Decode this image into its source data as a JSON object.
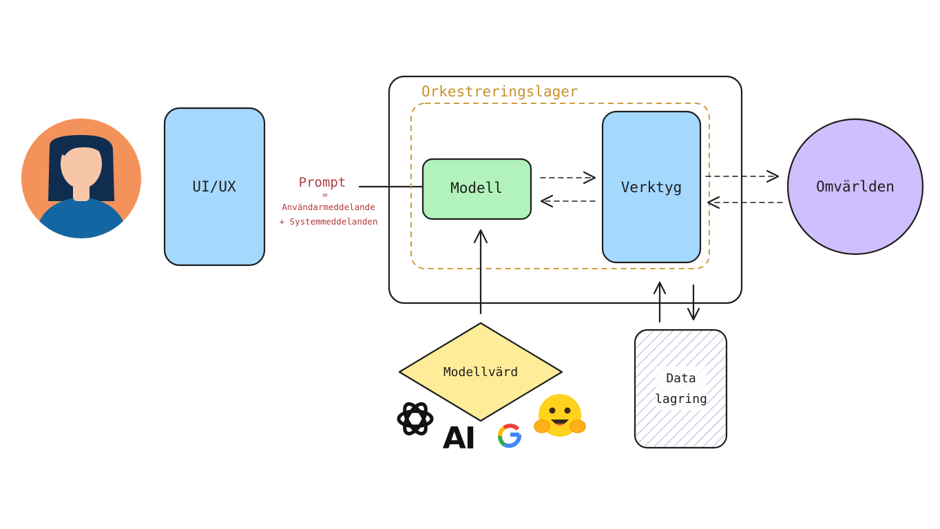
{
  "colors": {
    "avatar_bg": "#f4925b",
    "avatar_hair": "#0f2d4f",
    "avatar_skin": "#f7c6a8",
    "avatar_shirt": "#1366a2",
    "uiux_fill": "#a5d8ff",
    "modell_fill": "#b2f2bb",
    "verktyg_fill": "#a5d8ff",
    "omvarlden_fill": "#d0bfff",
    "modellvard_fill": "#ffec99",
    "orch_dash": "#d09b3a",
    "prompt_red": "#b33b3b"
  },
  "nodes": {
    "uiux": "UI/UX",
    "modell": "Modell",
    "verktyg": "Verktyg",
    "omvarlden": "Omvärlden",
    "modellvard": "Modellvärd",
    "data_line1": "Data",
    "data_line2": "lagring",
    "orchestration": "Orkestreringslager"
  },
  "prompt": {
    "title": "Prompt",
    "equals": "=",
    "line1": "Användarmeddelande",
    "line2": "+ Systemmeddelanden"
  },
  "icons": {
    "user": "user-avatar-icon",
    "openai": "openai-logo-icon",
    "anthropic": "anthropic-logo-icon",
    "google": "google-logo-icon",
    "huggingface": "huggingface-logo-icon"
  },
  "logos": {
    "anthropic_text": "AI",
    "google_text": "G"
  }
}
